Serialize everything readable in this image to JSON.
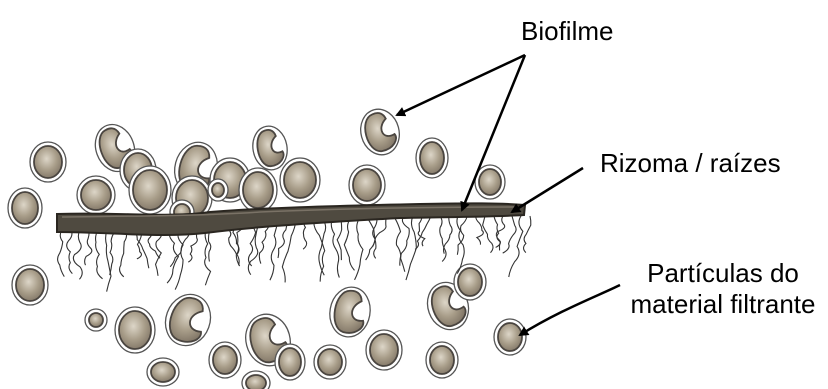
{
  "labels": {
    "biofilme": "Biofilme",
    "rizoma": "Rizoma / raízes",
    "particulas_line1": "Partículas do",
    "particulas_line2": "material filtrante"
  },
  "colors": {
    "particle_fill": "#a89d89",
    "particle_stroke": "#4a4540",
    "biofilm_ring": "#555555",
    "rhizome_fill": "#4f4a40",
    "rhizome_edge": "#2a2620",
    "roots": "#333333",
    "arrows": "#000000"
  },
  "icons": {
    "particle": "gravel-particle-icon",
    "rhizome": "rhizome-icon",
    "arrow": "arrow-icon"
  }
}
